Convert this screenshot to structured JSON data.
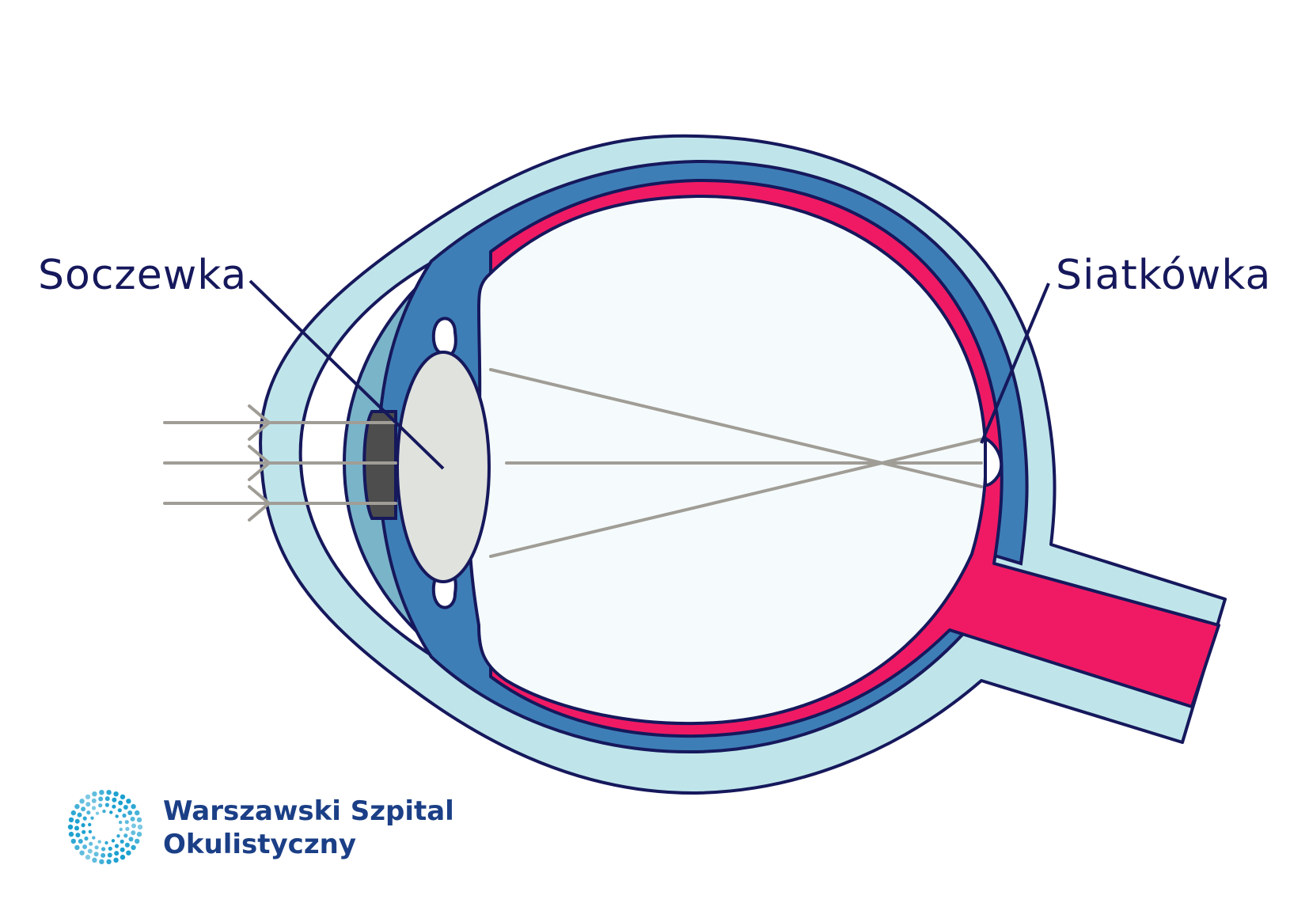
{
  "labels": {
    "lens": "Soczewka",
    "retina": "Siatkówka"
  },
  "logo": {
    "line1": "Warszawski Szpital",
    "line2": "Okulistyczny"
  },
  "colors": {
    "outline": "#16185c",
    "sclera": "#bfe5ea",
    "choroid": "#3e7eb7",
    "retina": "#f01a64",
    "vitreous": "#f5fbfc",
    "lens": "#e0e2dd",
    "iris_dark": "#4d4d4d",
    "iris_light": "#7ab4c9",
    "light_rays": "#a09d96",
    "logo_text": "#1b3f86",
    "logo_dots": "#1a9fcf"
  },
  "icons": {
    "logo": "concentric-dots-ring-icon",
    "ray_arrow": "chevron-right-icon"
  }
}
